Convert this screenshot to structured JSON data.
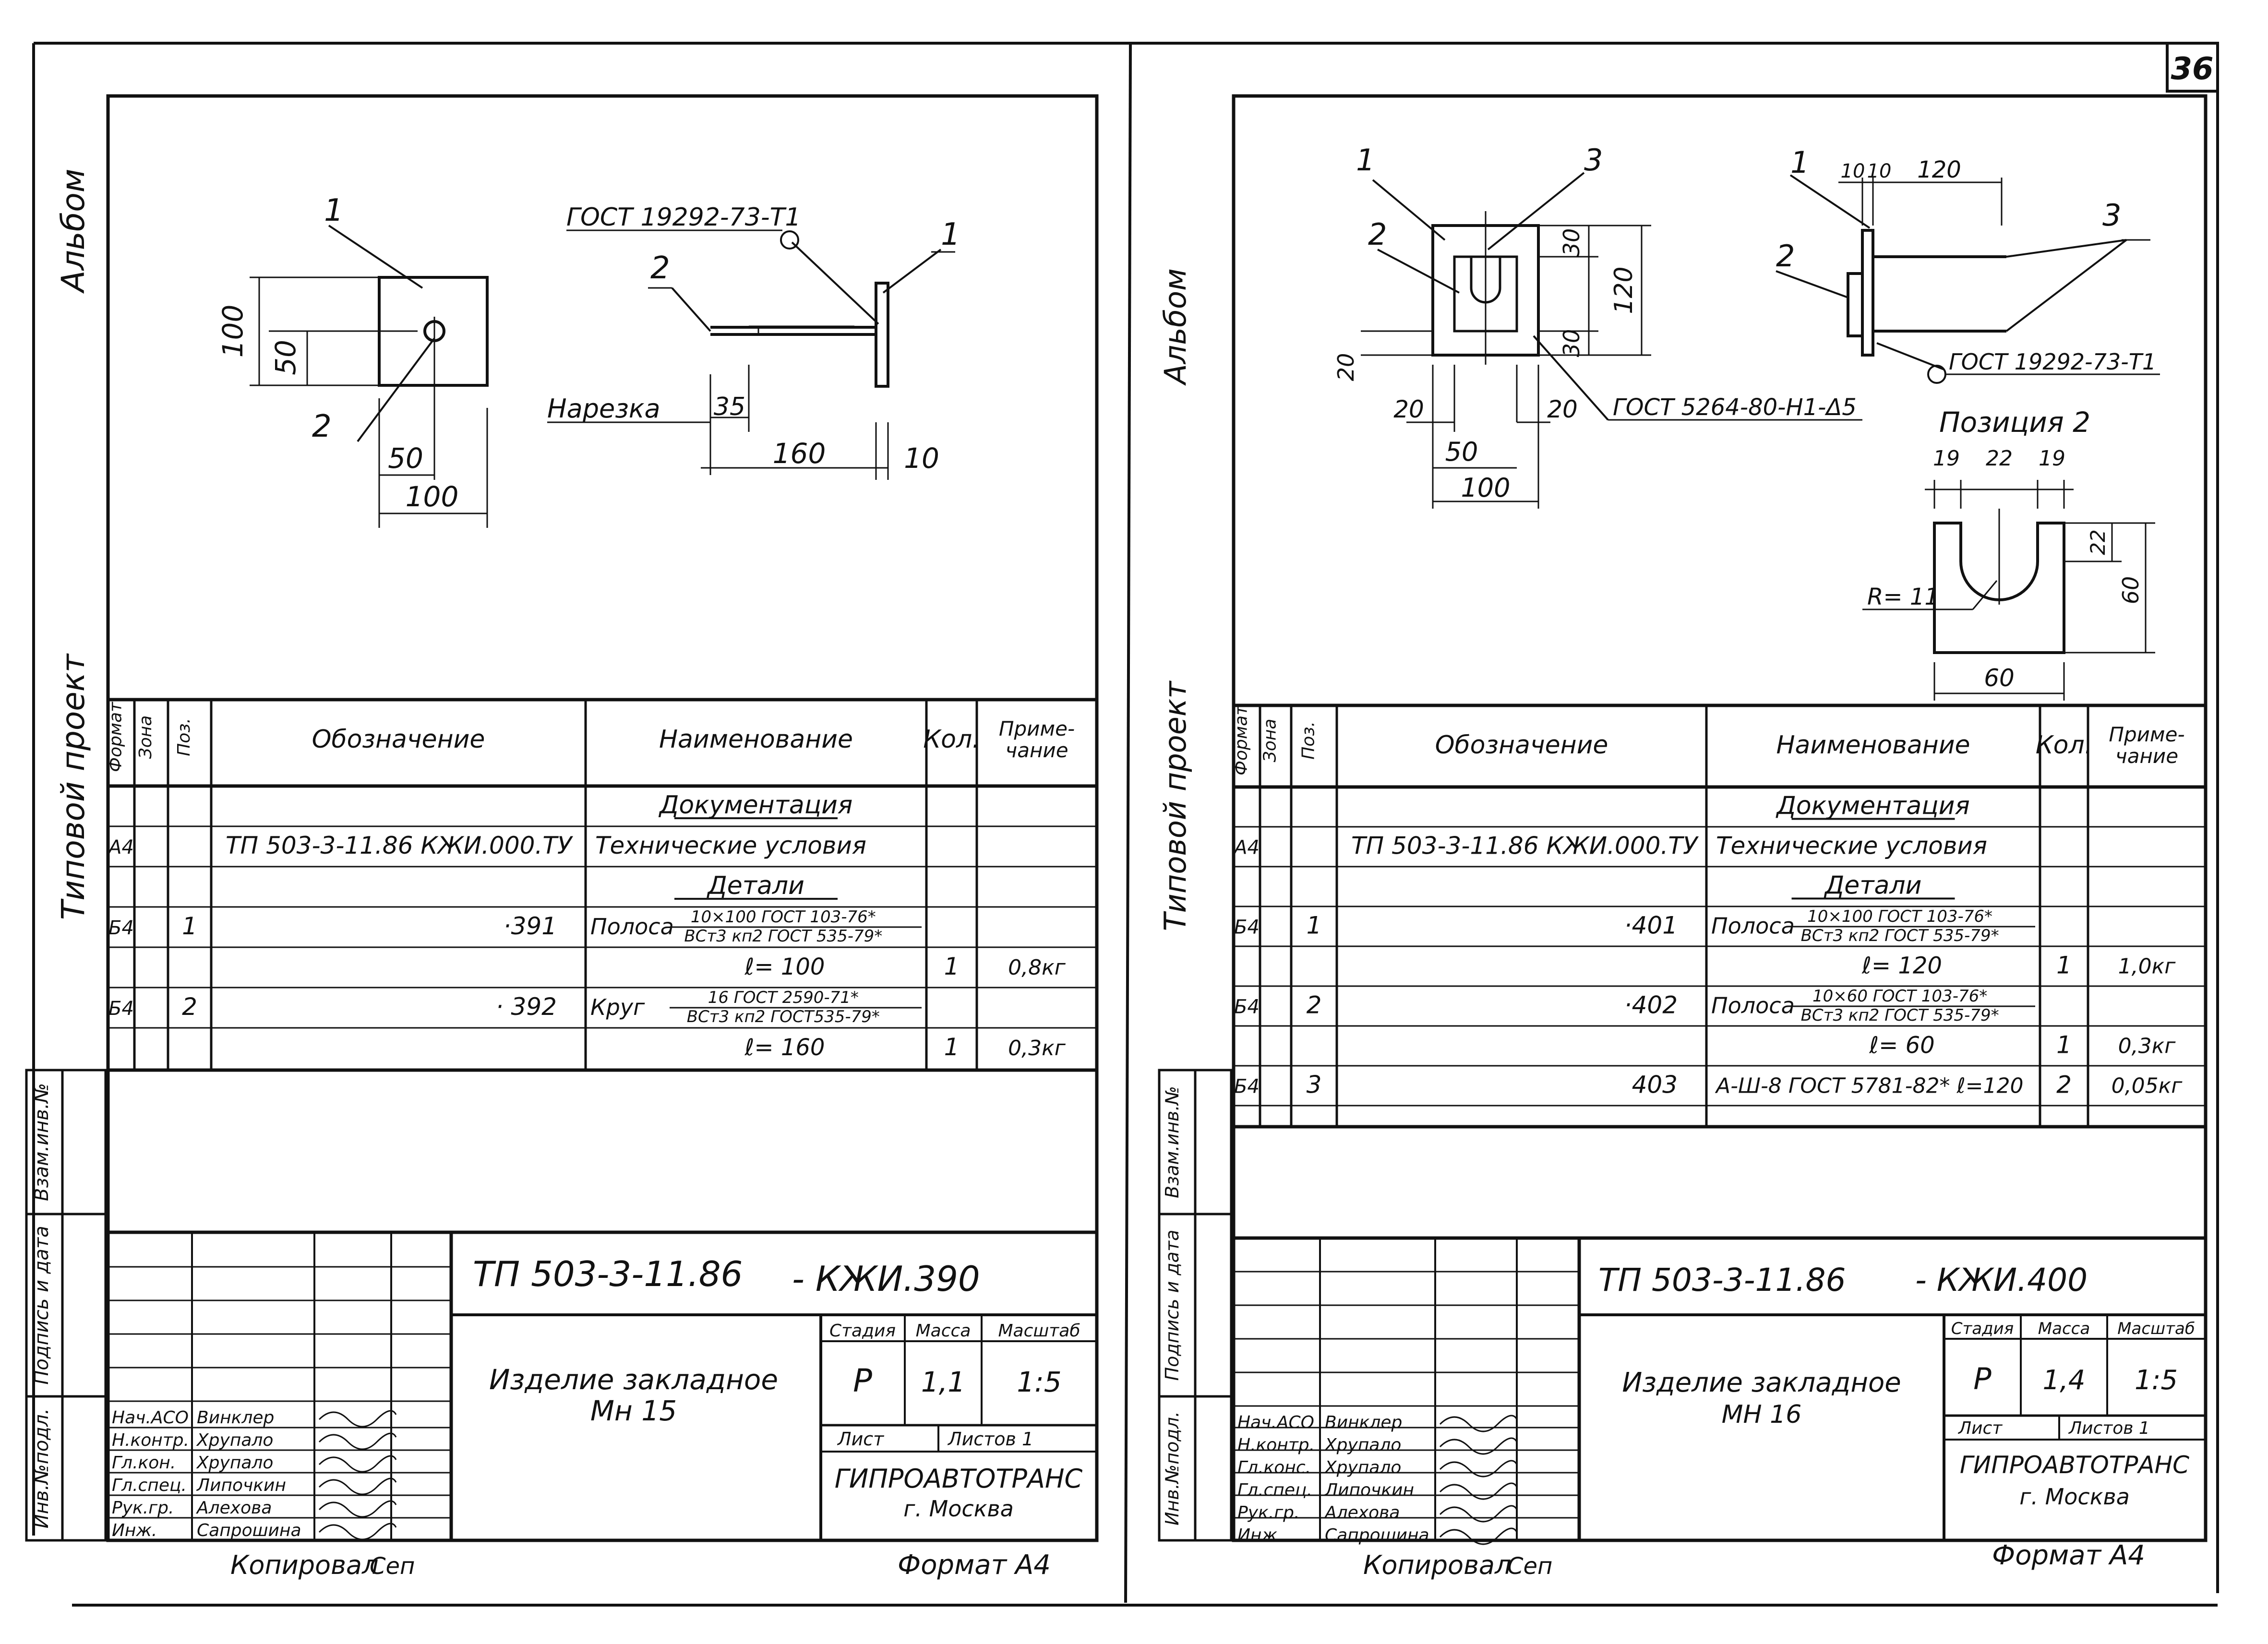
{
  "page_number": "36",
  "copied_label": "Копировал",
  "copied_sign": "Сеп",
  "format_label": "Формат А4",
  "sheets": [
    {
      "side_album": "Альбом",
      "side_project": "Типовой проект",
      "side_vzam": "Взам.инв.№",
      "side_podp": "Подпись и дата",
      "side_inv": "Инв.№подл.",
      "drawing": {
        "marks": [
          "1",
          "2",
          "1",
          "2"
        ],
        "dims": [
          "100",
          "50",
          "50",
          "100",
          "35",
          "160",
          "10"
        ],
        "gost_weld": "ГОСТ 19292-73-Т1",
        "narezka": "Нарезка"
      },
      "table": {
        "headers": [
          "Формат",
          "Зона",
          "Поз.",
          "Обозначение",
          "Наименование",
          "Кол.",
          "Приме-чание"
        ],
        "rows": [
          {
            "f": "",
            "z": "",
            "p": "",
            "o": "",
            "n": "Документация",
            "k": "",
            "pr": "",
            "nmode": "header"
          },
          {
            "f": "А4",
            "z": "",
            "p": "",
            "o": "ТП 503-3-11.86  КЖИ.000.ТУ",
            "n": "Технические условия",
            "k": "",
            "pr": ""
          },
          {
            "f": "",
            "z": "",
            "p": "",
            "o": "",
            "n": "Детали",
            "k": "",
            "pr": "",
            "nmode": "header"
          },
          {
            "f": "Б4",
            "z": "",
            "p": "1",
            "o": "·391",
            "n": "Полоса",
            "n_top": "10×100 ГОСТ 103-76*",
            "n_bot": "ВСт3 кп2 ГОСТ 535-79*",
            "k": "",
            "pr": "",
            "nmode": "frac"
          },
          {
            "f": "",
            "z": "",
            "p": "",
            "o": "",
            "n": "ℓ= 100",
            "k": "1",
            "pr": "0,8кг",
            "nmode": "center"
          },
          {
            "f": "Б4",
            "z": "",
            "p": "2",
            "o": "· 392",
            "n": "Круг",
            "n_top": "16 ГОСТ 2590-71*",
            "n_bot": "ВСт3 кп2 ГОСТ535-79*",
            "k": "",
            "pr": "",
            "nmode": "frac"
          },
          {
            "f": "",
            "z": "",
            "p": "",
            "o": "",
            "n": "ℓ= 160",
            "k": "1",
            "pr": "0,3кг",
            "nmode": "center"
          }
        ]
      },
      "title_block": {
        "doc_code": "ТП 503-3-11.86",
        "doc_code2": "- КЖИ.390",
        "name_line1": "Изделие закладное",
        "name_line2": "Мн 15",
        "stage_label": "Стадия",
        "mass_label": "Масса",
        "scale_label": "Масштаб",
        "stage": "Р",
        "mass": "1,1",
        "scale": "1:5",
        "list_label": "Лист",
        "sheets_label": "Листов 1",
        "org_line1": "ГИПРОАВТОТРАНС",
        "org_line2": "г. Москва",
        "people": [
          {
            "role": "Нач.АСО",
            "name": "Винклер"
          },
          {
            "role": "Н.контр.",
            "name": "Хрупало"
          },
          {
            "role": "Гл.кон.",
            "name": "Хрупало"
          },
          {
            "role": "Гл.спец.",
            "name": "Липочкин"
          },
          {
            "role": "Рук.гр.",
            "name": "Алехова"
          },
          {
            "role": "Инж.",
            "name": "Сапрошина"
          }
        ]
      }
    },
    {
      "side_album": "Альбом",
      "side_project": "Типовой проект",
      "side_vzam": "Взам.инв.№",
      "side_podp": "Подпись и дата",
      "side_inv": "Инв.№подл.",
      "drawing": {
        "marks": [
          "1",
          "3",
          "2",
          "1",
          "3",
          "2"
        ],
        "dims": [
          "30",
          "120",
          "30",
          "20",
          "20",
          "20",
          "50",
          "100",
          "10",
          "10",
          "120"
        ],
        "gost_weld": "ГОСТ 19292-73-Т1",
        "gost_weld2": "ГОСТ 5264-80-Н1-Δ5",
        "pos_title": "Позиция 2",
        "pos_dims": [
          "19",
          "22",
          "19",
          "22",
          "60",
          "60"
        ],
        "radius": "R= 11"
      },
      "table": {
        "headers": [
          "Формат",
          "Зона",
          "Поз.",
          "Обозначение",
          "Наименование",
          "Кол.",
          "Приме-чание"
        ],
        "rows": [
          {
            "f": "",
            "z": "",
            "p": "",
            "o": "",
            "n": "Документация",
            "k": "",
            "pr": "",
            "nmode": "header"
          },
          {
            "f": "А4",
            "z": "",
            "p": "",
            "o": "ТП 503-3-11.86  КЖИ.000.ТУ",
            "n": "Технические условия",
            "k": "",
            "pr": ""
          },
          {
            "f": "",
            "z": "",
            "p": "",
            "o": "",
            "n": "Детали",
            "k": "",
            "pr": "",
            "nmode": "header"
          },
          {
            "f": "Б4",
            "z": "",
            "p": "1",
            "o": "·401",
            "n": "Полоса",
            "n_top": "10×100 ГОСТ 103-76*",
            "n_bot": "ВСт3 кп2 ГОСТ 535-79*",
            "k": "",
            "pr": "",
            "nmode": "frac"
          },
          {
            "f": "",
            "z": "",
            "p": "",
            "o": "",
            "n": "ℓ= 120",
            "k": "1",
            "pr": "1,0кг",
            "nmode": "center"
          },
          {
            "f": "Б4",
            "z": "",
            "p": "2",
            "o": "·402",
            "n": "Полоса",
            "n_top": "10×60 ГОСТ 103-76*",
            "n_bot": "ВСт3 кп2 ГОСТ 535-79*",
            "k": "",
            "pr": "",
            "nmode": "frac"
          },
          {
            "f": "",
            "z": "",
            "p": "",
            "o": "",
            "n": "ℓ= 60",
            "k": "1",
            "pr": "0,3кг",
            "nmode": "center"
          },
          {
            "f": "Б4",
            "z": "",
            "p": "3",
            "o": "403",
            "n": "А-Ш-8 ГОСТ 5781-82* ℓ=120",
            "k": "2",
            "pr": "0,05кг"
          }
        ]
      },
      "title_block": {
        "doc_code": "ТП 503-3-11.86",
        "doc_code2": "- КЖИ.400",
        "name_line1": "Изделие закладное",
        "name_line2": "МН 16",
        "stage_label": "Стадия",
        "mass_label": "Масса",
        "scale_label": "Масштаб",
        "stage": "Р",
        "mass": "1,4",
        "scale": "1:5",
        "list_label": "Лист",
        "sheets_label": "Листов 1",
        "org_line1": "ГИПРОАВТОТРАНС",
        "org_line2": "г. Москва",
        "people": [
          {
            "role": "Нач.АСО",
            "name": "Винклер"
          },
          {
            "role": "Н.контр.",
            "name": "Хрупало"
          },
          {
            "role": "Гл.конс.",
            "name": "Хрупало"
          },
          {
            "role": "Гл.спец.",
            "name": "Липочкин"
          },
          {
            "role": "Рук.гр.",
            "name": "Алехова"
          },
          {
            "role": "Инж.",
            "name": "Сапрошина"
          }
        ]
      }
    }
  ]
}
